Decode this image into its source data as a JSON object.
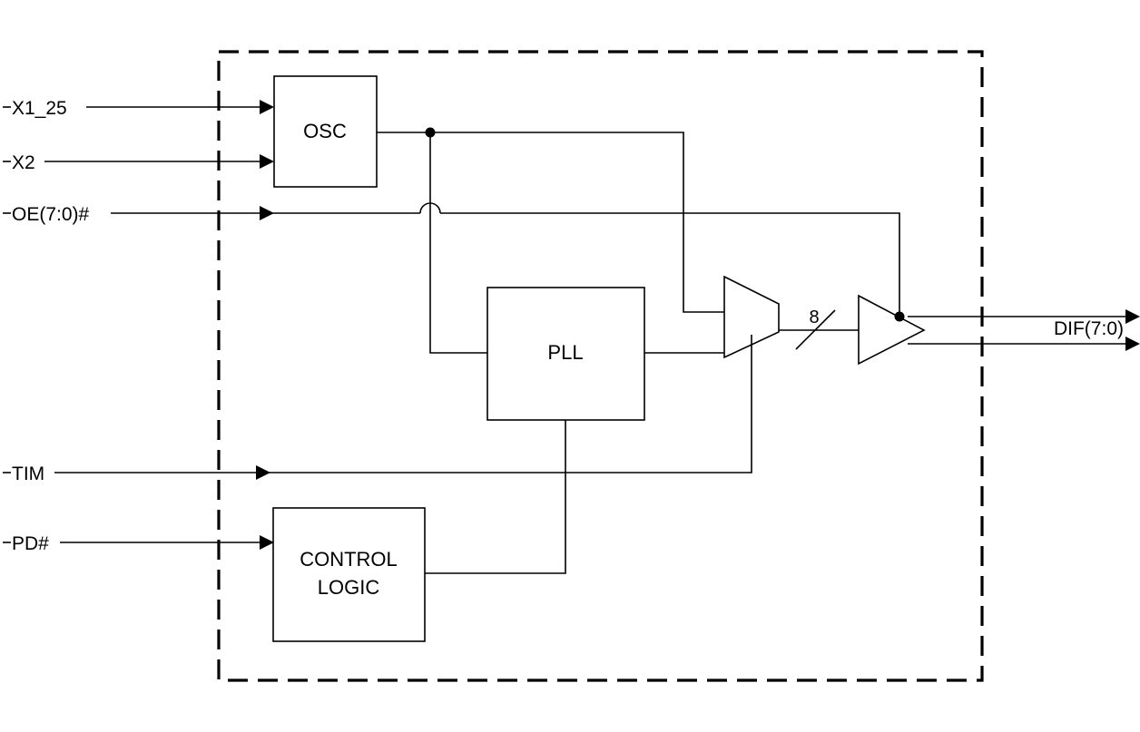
{
  "blocks": {
    "osc": "OSC",
    "pll": "PLL",
    "control_logic_line1": "CONTROL",
    "control_logic_line2": "LOGIC"
  },
  "inputs": {
    "x1": "X1_25",
    "x2": "X2",
    "oe": "OE(7:0)#",
    "tim": "TIM",
    "pd": "PD#"
  },
  "outputs": {
    "dif": "DIF(7:0)"
  },
  "bus_width": "8",
  "colors": {
    "line": "#000000",
    "background": "#ffffff"
  }
}
